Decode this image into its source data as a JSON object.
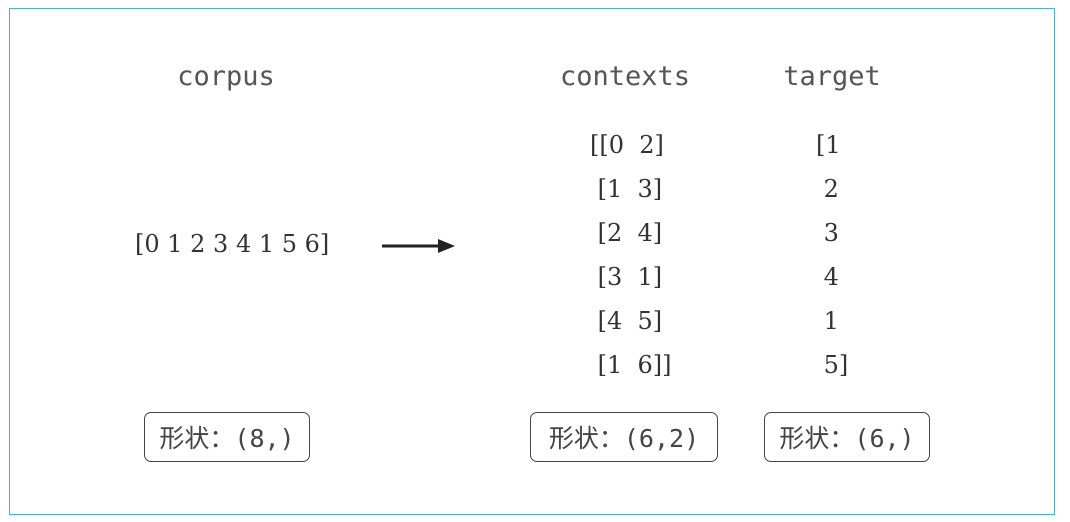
{
  "corpus": {
    "title": "corpus",
    "vector": "[0 1 2 3 4 1 5 6]",
    "shape_label": "形状：(8,)"
  },
  "contexts": {
    "title": "contexts",
    "rows": [
      "[[0  2]",
      " [1  3]",
      " [2  4]",
      " [3  1]",
      " [4  5]",
      " [1  6]]"
    ],
    "shape_label": "形状：(6,2)"
  },
  "target": {
    "title": "target",
    "rows": [
      "[1",
      " 2",
      " 3",
      " 4",
      " 1",
      " 5]"
    ],
    "shape_label": "形状：(6,)"
  },
  "colors": {
    "frame": "#4fb3c8",
    "text": "#333333",
    "arrow": "#222222"
  }
}
